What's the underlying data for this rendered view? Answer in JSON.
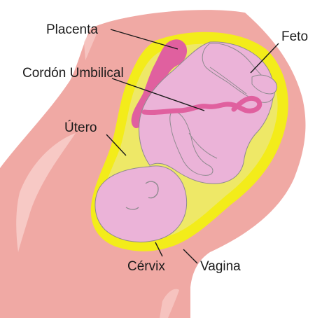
{
  "labels": {
    "placenta": "Placenta",
    "feto": "Feto",
    "cordon": "Cordón Umbilical",
    "utero": "Útero",
    "cervix": "Cérvix",
    "vagina": "Vagina"
  },
  "colors": {
    "body_skin": "#f0a9a4",
    "body_highlight": "#f8cfcb",
    "uterus_yellow": "#f3ec1a",
    "uterus_inner": "#e9e6a8",
    "fetus": "#ebb3d8",
    "fetus_outline": "#8f8a8f",
    "placenta_cord": "#e0609f"
  }
}
